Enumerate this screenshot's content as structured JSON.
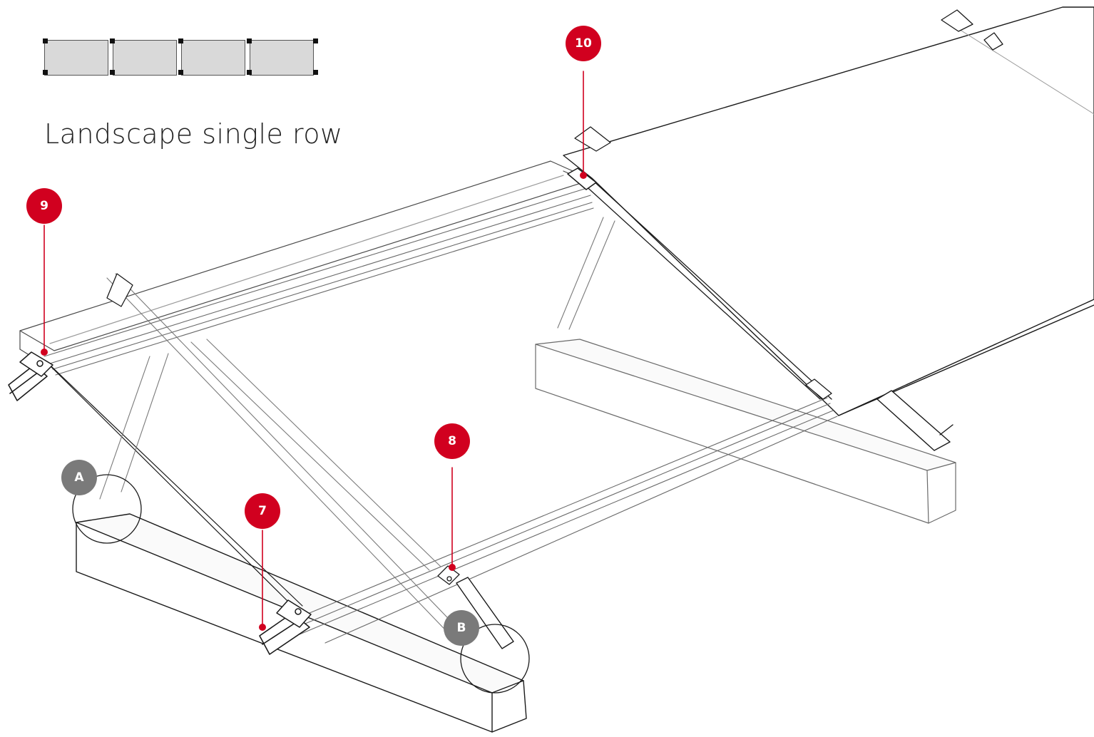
{
  "title": "Landscape single row",
  "legend": {
    "panel_count": 4,
    "panel_color": "#d9d9d9",
    "clamp_color": "#111111"
  },
  "callouts": [
    {
      "label": "10",
      "kind": "component"
    },
    {
      "label": "9",
      "kind": "component"
    },
    {
      "label": "8",
      "kind": "component"
    },
    {
      "label": "7",
      "kind": "component"
    },
    {
      "label": "A",
      "kind": "detail"
    },
    {
      "label": "B",
      "kind": "detail"
    }
  ],
  "colors": {
    "callout_red": "#d1001f",
    "detail_gray": "#7a7a7a",
    "line": "#1a1a1a",
    "light_line": "#8c8c8c"
  }
}
